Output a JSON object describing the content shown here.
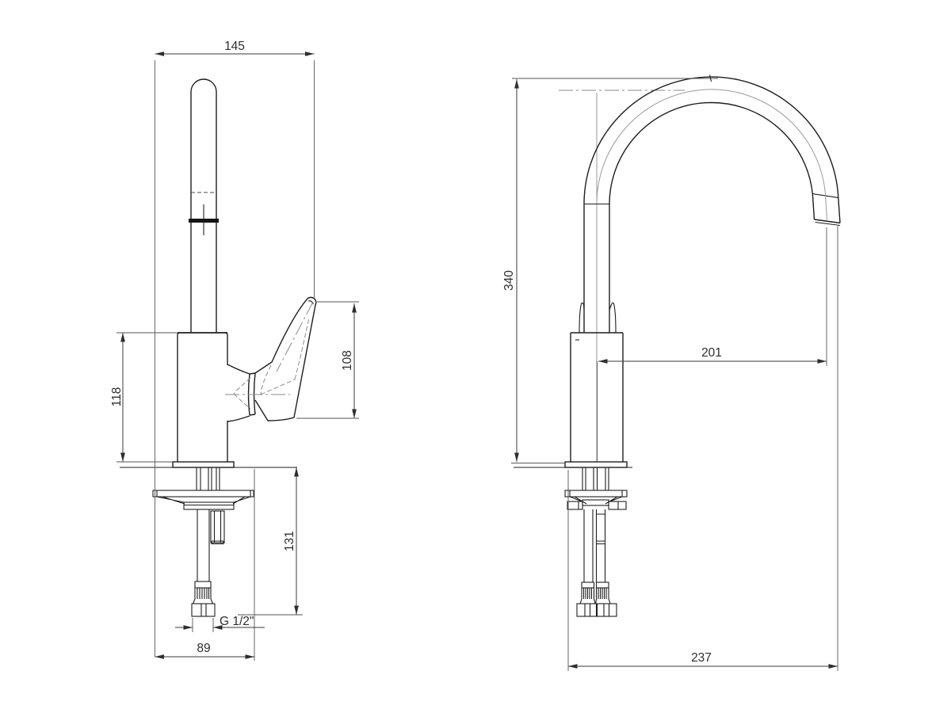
{
  "drawing": {
    "subject": "Kitchen mixer tap technical drawing with front view and side view",
    "views": {
      "front": "front view (gooseneck seen edge-on, lever handle to the right)",
      "side": "side view (gooseneck arc spout with under-counter supply hoses)"
    },
    "dimensions": {
      "d145": "145",
      "d118": "118",
      "d108": "108",
      "d131": "131",
      "g12": "G 1/2\"",
      "d89": "89",
      "d340": "340",
      "d201": "201",
      "d237": "237"
    },
    "colors": {
      "background": "#ffffff",
      "outline": "#1e1e1e",
      "dimension": "#3a3a3a",
      "extension": "#565656",
      "centerline": "#9a9a9a",
      "hidden_line": "#8c8c8c",
      "text": "#2e2e2e"
    }
  }
}
